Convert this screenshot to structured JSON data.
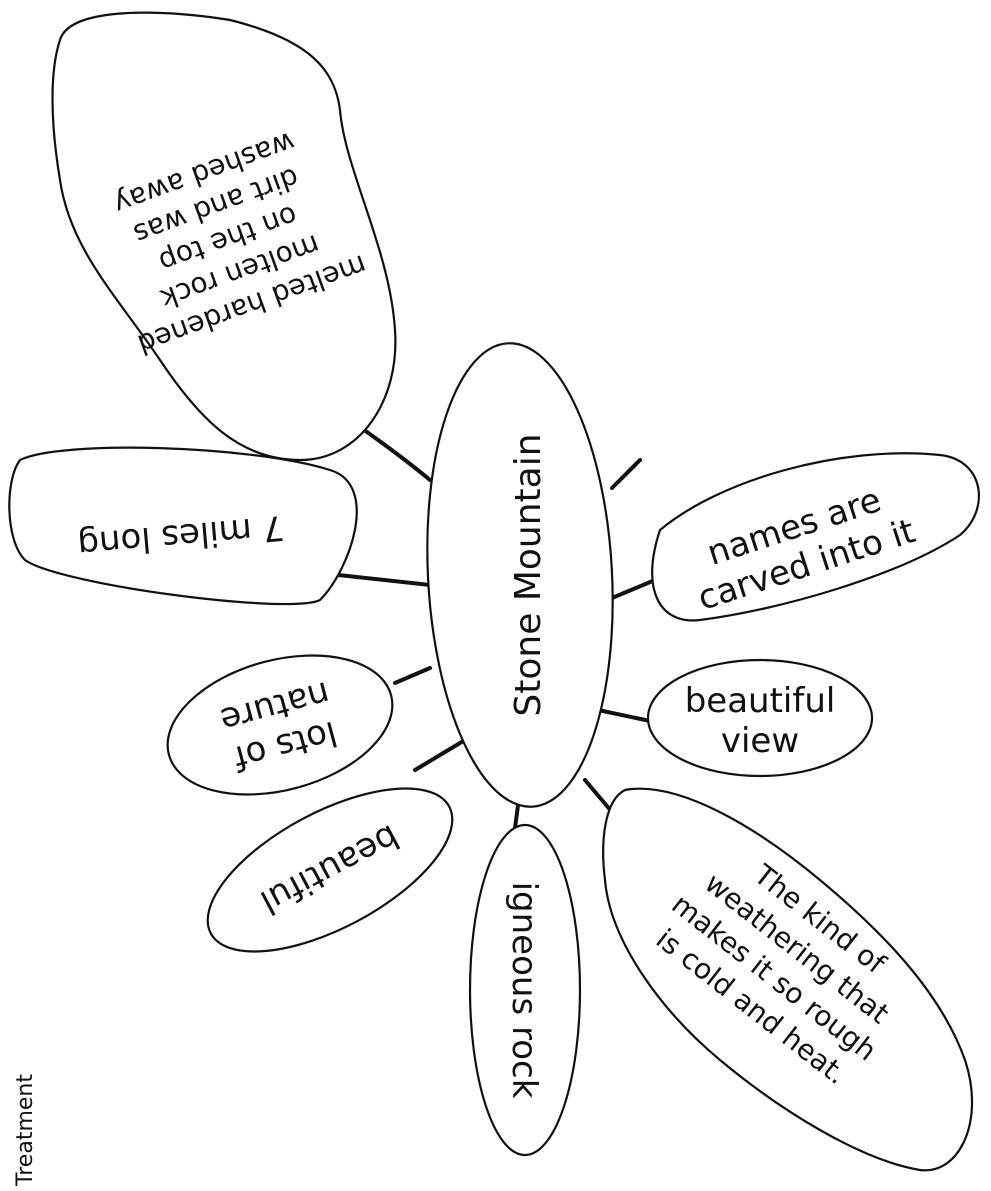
{
  "diagram": {
    "type": "bubble-map",
    "center": {
      "label": "Stone Mountain"
    },
    "nodes": [
      {
        "id": "formation",
        "lines": [
          "melted hardened",
          "molten rock",
          "on the top",
          "dirt and was",
          "washed away"
        ]
      },
      {
        "id": "length",
        "lines": [
          "7 miles long"
        ]
      },
      {
        "id": "nature",
        "lines": [
          "lots of",
          "nature"
        ]
      },
      {
        "id": "beautiful",
        "lines": [
          "beautiful"
        ]
      },
      {
        "id": "igneous",
        "lines": [
          "igneous rock"
        ]
      },
      {
        "id": "weathering",
        "lines": [
          "The kind of",
          "weathering that",
          "makes it so rough",
          "is cold and heat."
        ]
      },
      {
        "id": "view",
        "lines": [
          "beautiful",
          "view"
        ]
      },
      {
        "id": "names",
        "lines": [
          "names are",
          "carved into it"
        ]
      }
    ],
    "margin_note": "Treatment"
  }
}
